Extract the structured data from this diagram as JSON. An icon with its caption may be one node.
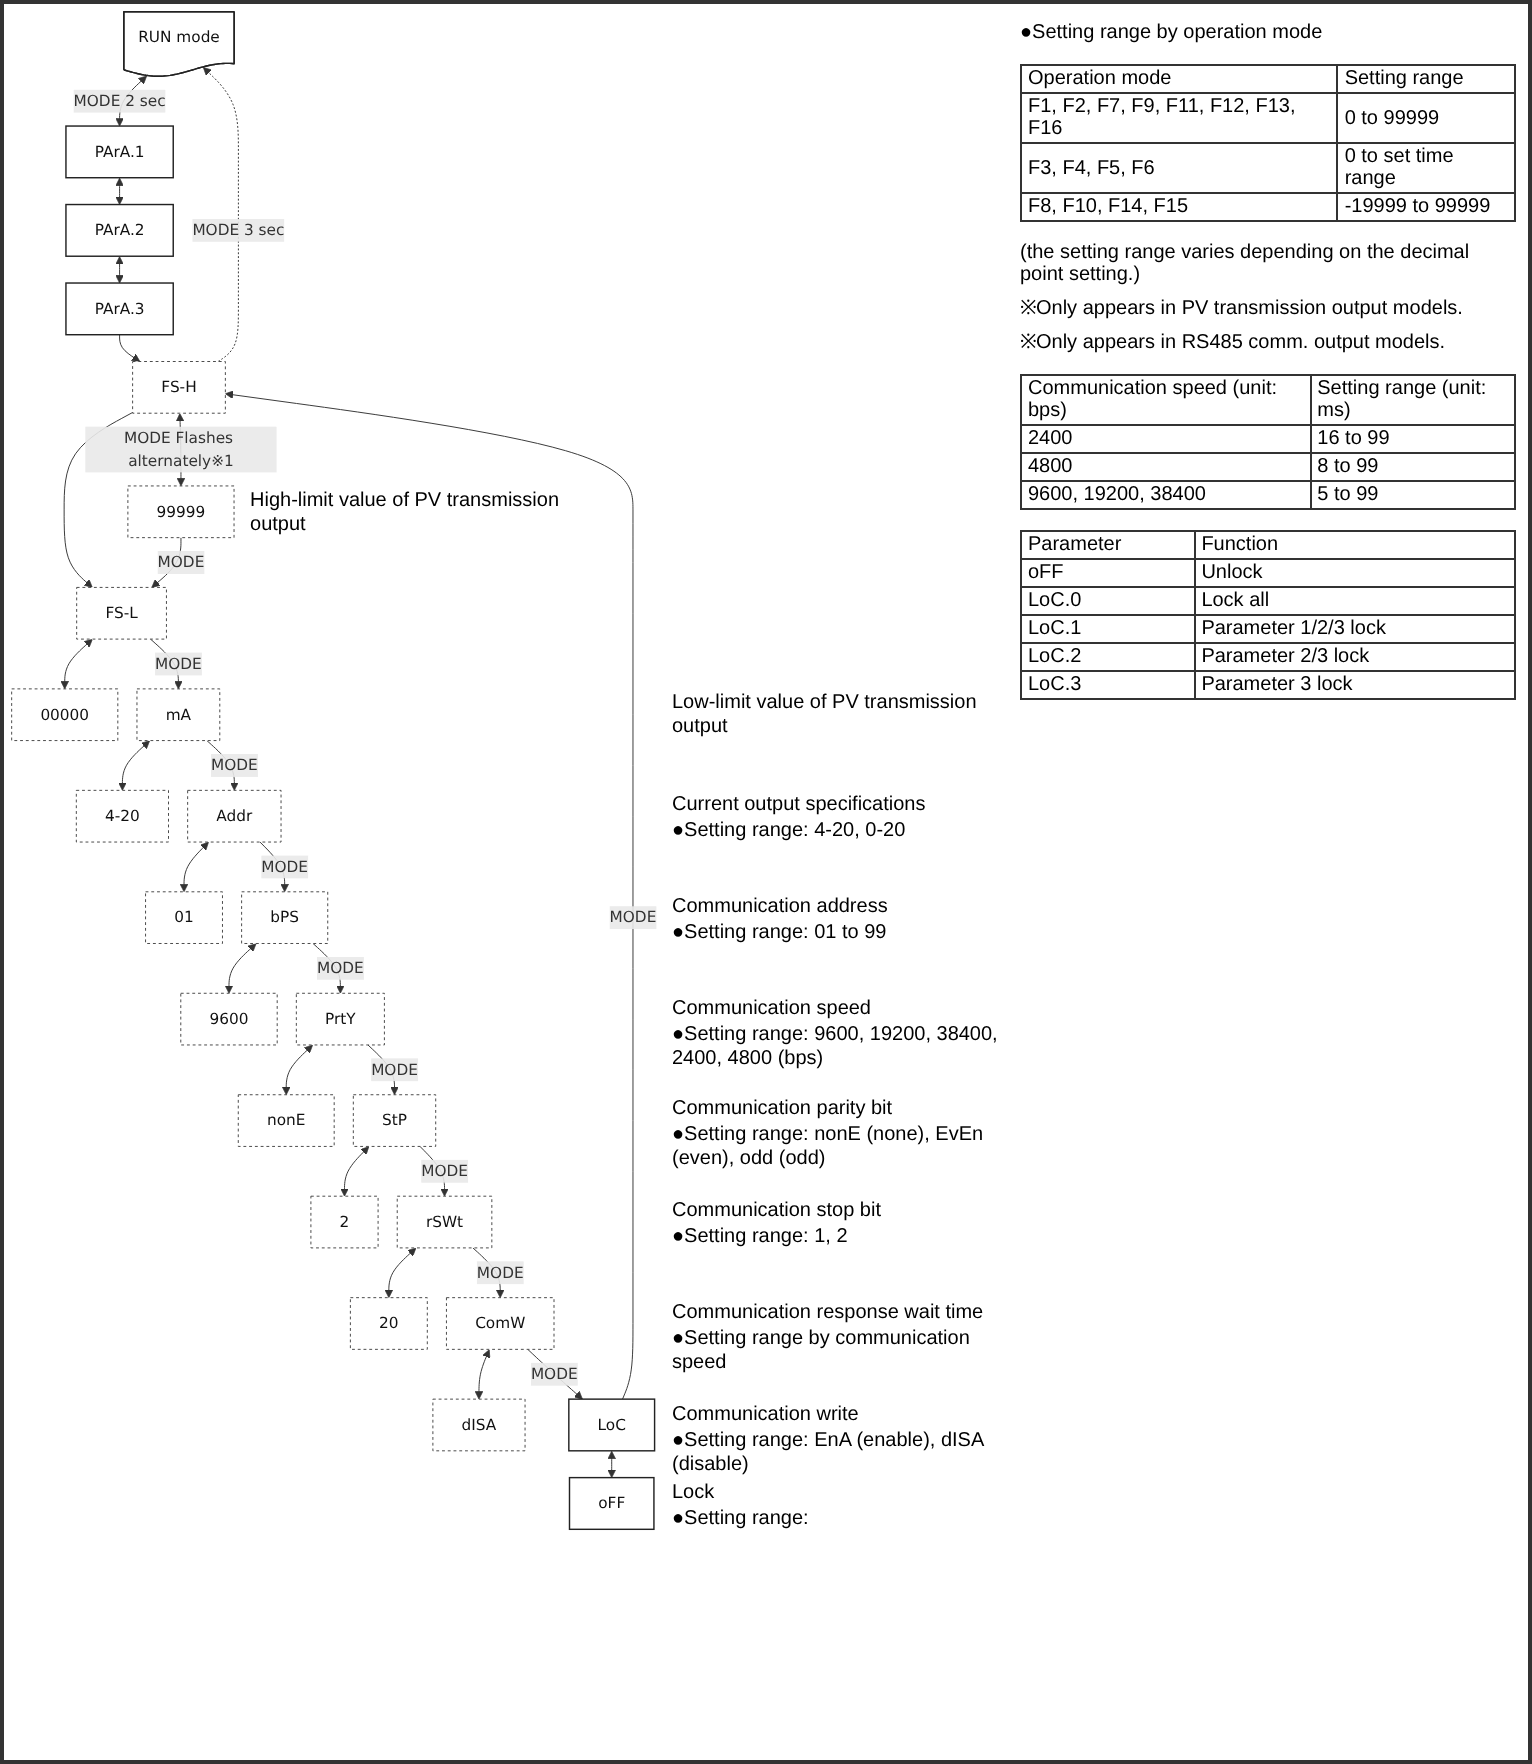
{
  "diagram": {
    "nodes": [
      {
        "text": [
          "RUN mode"
        ]
      },
      {
        "text": [
          "PArA.1"
        ]
      },
      {
        "text": [
          "PArA.2"
        ]
      },
      {
        "text": [
          "PArA.3"
        ]
      },
      {
        "text": [
          "FS-H"
        ]
      },
      {
        "text": [
          "99999"
        ],
        "beside": [
          "High-limit value of PV transmission output"
        ]
      },
      {
        "text": [
          "FS-L"
        ]
      },
      {
        "text": [
          "00000"
        ]
      },
      {
        "text": [
          "mA"
        ]
      },
      {
        "text": [
          "4-20"
        ],
        "beside": [
          "Current output specifications",
          "●Setting range: 4-20, 0-20"
        ]
      },
      {
        "text": [
          "Addr"
        ]
      },
      {
        "text": [
          "01"
        ],
        "beside": [
          "Communication address",
          "●Setting range: 01 to 99"
        ]
      },
      {
        "text": [
          "bPS"
        ]
      },
      {
        "text": [
          "9600"
        ],
        "beside": [
          "Communication speed",
          "●Setting range: 9600, 19200, 38400, 2400, 4800 (bps)"
        ]
      },
      {
        "text": [
          "PrtY"
        ]
      },
      {
        "text": [
          "nonE"
        ],
        "beside": [
          "Communication parity bit",
          "●Setting range: nonE (none), EvEn (even), odd (odd)"
        ]
      },
      {
        "text": [
          "StP"
        ]
      },
      {
        "text": [
          "2"
        ],
        "beside": [
          "Communication stop bit",
          "●Setting range: 1, 2"
        ]
      },
      {
        "text": [
          "rSWt"
        ]
      },
      {
        "text": [
          "20"
        ],
        "beside": [
          "Communication response wait time",
          "●Setting range by communication speed"
        ]
      },
      {
        "text": [
          "ComW"
        ]
      },
      {
        "text": [
          "dISA"
        ],
        "beside": [
          "Communication write",
          "●Setting range: EnA (enable), dISA (disable)"
        ]
      },
      {
        "text": [
          "LoC"
        ]
      },
      {
        "text": [
          "oFF"
        ],
        "beside": [
          "Lock",
          "●Setting range:"
        ]
      }
    ],
    "edges": [
      {
        "from": 0,
        "to": 1,
        "arrow": "both",
        "label": "MODE 2 sec"
      },
      {
        "from": 1,
        "to": 2,
        "arrow": "both"
      },
      {
        "from": 2,
        "to": 3,
        "arrow": "both"
      },
      {
        "from": 3,
        "to": 4,
        "arrow": "to"
      },
      {
        "from": 4,
        "to": 0,
        "arrow": "to",
        "label": "MODE 3 sec",
        "style": "dashed"
      },
      {
        "from": 4,
        "to": 5,
        "arrow": "both",
        "label": "MODE Flashes alternately※1"
      },
      {
        "from": 4,
        "to": 6,
        "arrow": "to"
      },
      {
        "from": 5,
        "to": 6,
        "arrow": "to",
        "label": "MODE"
      },
      {
        "from": 6,
        "to": 7,
        "arrow": "both"
      },
      {
        "from": 6,
        "to": 8,
        "arrow": "to",
        "label": "MODE"
      },
      {
        "from": 8,
        "to": 9,
        "arrow": "both"
      },
      {
        "from": 8,
        "to": 10,
        "arrow": "to",
        "label": "MODE"
      },
      {
        "from": 10,
        "to": 11,
        "arrow": "both"
      },
      {
        "from": 10,
        "to": 12,
        "arrow": "to",
        "label": "MODE"
      },
      {
        "from": 12,
        "to": 13,
        "arrow": "both"
      },
      {
        "from": 12,
        "to": 14,
        "arrow": "to",
        "label": "MODE"
      },
      {
        "from": 14,
        "to": 15,
        "arrow": "both"
      },
      {
        "from": 14,
        "to": 16,
        "arrow": "to",
        "label": "MODE"
      },
      {
        "from": 16,
        "to": 17,
        "arrow": "both"
      },
      {
        "from": 16,
        "to": 18,
        "arrow": "to",
        "label": "MODE"
      },
      {
        "from": 18,
        "to": 19,
        "arrow": "both"
      },
      {
        "from": 18,
        "to": 20,
        "arrow": "to",
        "label": "MODE"
      },
      {
        "from": 20,
        "to": 21,
        "arrow": "both"
      },
      {
        "from": 20,
        "to": 22,
        "arrow": "to",
        "label": "MODE"
      },
      {
        "from": 22,
        "to": 23,
        "arrow": "both"
      },
      {
        "from": 22,
        "to": 4,
        "arrow": "to",
        "label": "MODE"
      }
    ],
    "labels": [
      "Low-limit value of PV transmission output",
      "●Setting range by operation mode",
      "Operation mode",
      "Setting range",
      "F1, F2, F7, F9, F11, F12, F13, F16",
      "0 to 99999",
      "F3, F4, F5, F6",
      "0 to set time range",
      "F8, F10, F14, F15",
      "-19999 to 99999",
      "(the setting range varies depending on the decimal point setting.)",
      "※Only appears in PV transmission output models.",
      "※Only appears in RS485 comm. output models.",
      "Communication speed (unit: bps)",
      "Setting range (unit: ms)",
      "2400",
      "16 to 99",
      "4800",
      "8 to 99",
      "9600, 19200, 38400",
      "5 to 99",
      "Parameter",
      "Function",
      "oFF",
      "Unlock",
      "LoC.0",
      "Lock all",
      "LoC.1",
      "Parameter 1/2/3 lock",
      "LoC.2",
      "Parameter 2/3 lock",
      "LoC.3",
      "Parameter 3 lock"
    ]
  }
}
